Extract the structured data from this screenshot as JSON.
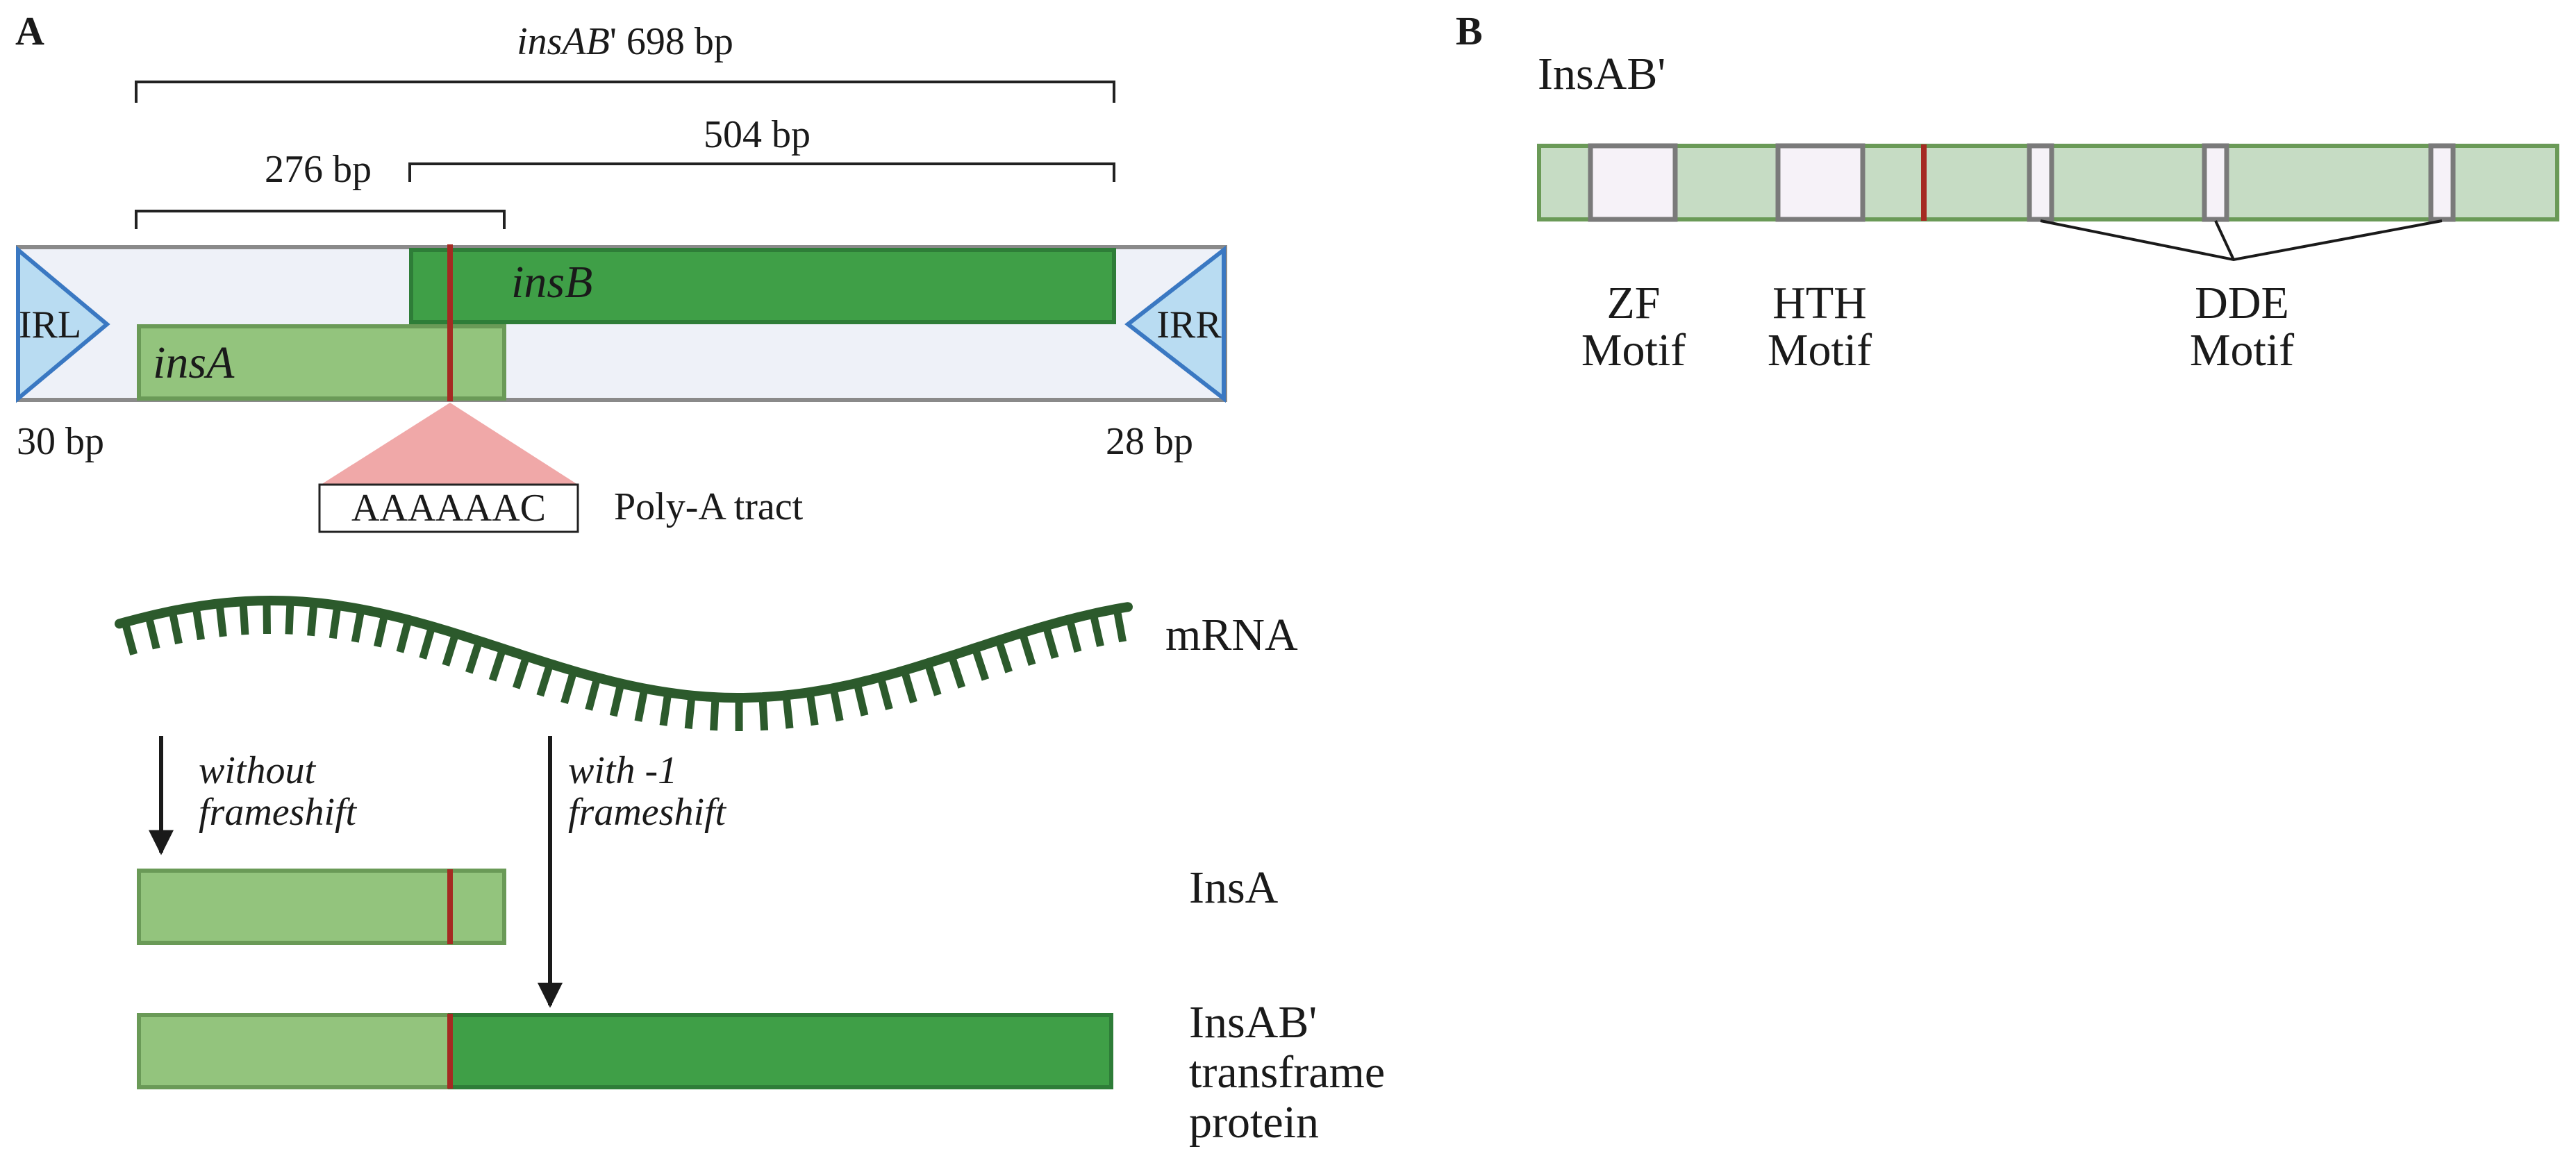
{
  "panels": {
    "a_letter": "A",
    "b_letter": "B"
  },
  "panel_a": {
    "span_insab_name": "insAB",
    "span_insab_prime": "'",
    "span_insab_len": "698 bp",
    "span_insb_len": "504 bp",
    "span_insa_len": "276 bp",
    "irl": "IRL",
    "irr": "IRR",
    "insa_gene": "insA",
    "insb_gene": "insB",
    "irl_len": "30 bp",
    "irr_len": "28 bp",
    "polya_seq": "AAAAAAC",
    "polya_label": "Poly-A tract",
    "mrna_label": "mRNA",
    "path_no_fs_1": "without",
    "path_no_fs_2": "frameshift",
    "path_fs_1": "with -1",
    "path_fs_2": "frameshift",
    "product_insa": "InsA",
    "product_insab_1": "InsAB'",
    "product_insab_2": "transframe",
    "product_insab_3": "protein"
  },
  "panel_b": {
    "title": "InsAB'",
    "zf_1": "ZF",
    "zf_2": "Motif",
    "hth_1": "HTH",
    "hth_2": "Motif",
    "dde_1": "DDE",
    "dde_2": "Motif"
  },
  "colors": {
    "insa_fill": "#93c47d",
    "insa_stroke": "#6a9a57",
    "insb_fill": "#3f9f47",
    "insb_stroke": "#2e7d38",
    "frameshift_site": "#a52a22",
    "element_bg": "#eef1f8",
    "element_border": "#8a8a8a",
    "ir_fill": "#b9dcf2",
    "ir_stroke": "#3a78c2",
    "polya_wedge": "#f0a8a8",
    "mrna": "#2c5a2c",
    "domain_bar": "#c6dcc4",
    "domain_bar_stroke": "#6a9a57",
    "motif_box": "#f6f2f8",
    "motif_stroke": "#7a7a7a"
  }
}
